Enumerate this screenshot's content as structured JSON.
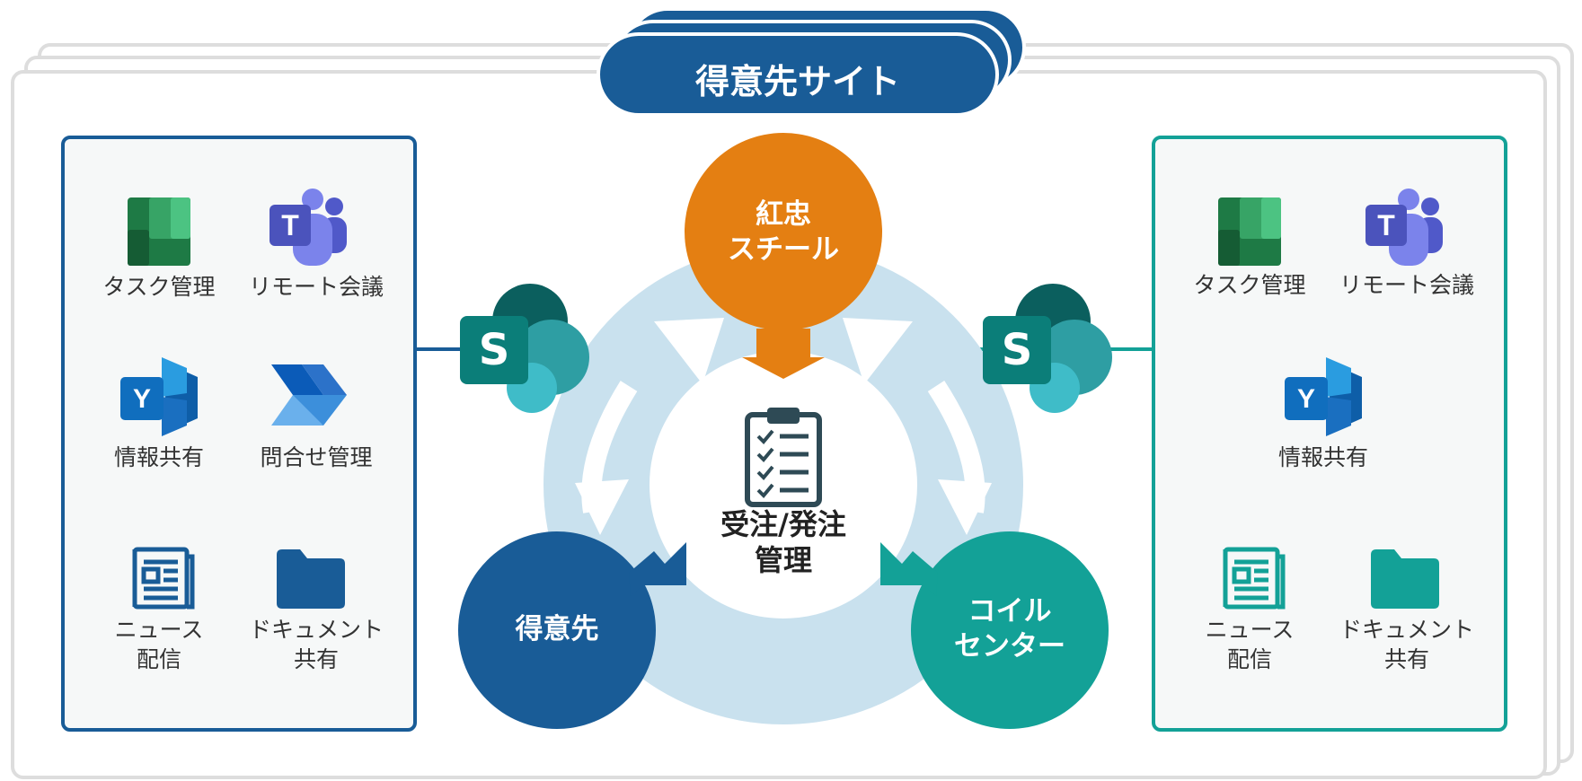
{
  "banner": {
    "title": "得意先サイト"
  },
  "hub": {
    "label": "受注/発注\n管理"
  },
  "nodes": {
    "top": {
      "label": "紅忠\nスチール",
      "color": "#E47F12"
    },
    "left": {
      "label": "得意先",
      "color": "#195C97"
    },
    "right": {
      "label": "コイル\nセンター",
      "color": "#13A197"
    }
  },
  "panels": {
    "left": {
      "border_color": "#195C97",
      "icon_color": "#195C97",
      "items": [
        {
          "icon": "planner-icon",
          "label": "タスク管理"
        },
        {
          "icon": "teams-icon",
          "label": "リモート会議"
        },
        {
          "icon": "yammer-icon",
          "label": "情報共有"
        },
        {
          "icon": "power-automate-icon",
          "label": "問合せ管理"
        },
        {
          "icon": "newspaper-icon",
          "label": "ニュース\n配信"
        },
        {
          "icon": "folder-icon",
          "label": "ドキュメント\n共有"
        }
      ]
    },
    "right": {
      "border_color": "#13A197",
      "icon_color": "#13A197",
      "items": [
        {
          "icon": "planner-icon",
          "label": "タスク管理"
        },
        {
          "icon": "teams-icon",
          "label": "リモート会議"
        },
        {
          "icon": "yammer-icon",
          "label": "情報共有"
        },
        {
          "icon": "newspaper-icon",
          "label": "ニュース\n配信"
        },
        {
          "icon": "folder-icon",
          "label": "ドキュメント\n共有"
        }
      ]
    }
  },
  "sharepoint": {
    "letter": "S",
    "icon": "sharepoint-icon"
  },
  "colors": {
    "ring": "#C9E1EE",
    "frame": "#DDDDDD"
  }
}
